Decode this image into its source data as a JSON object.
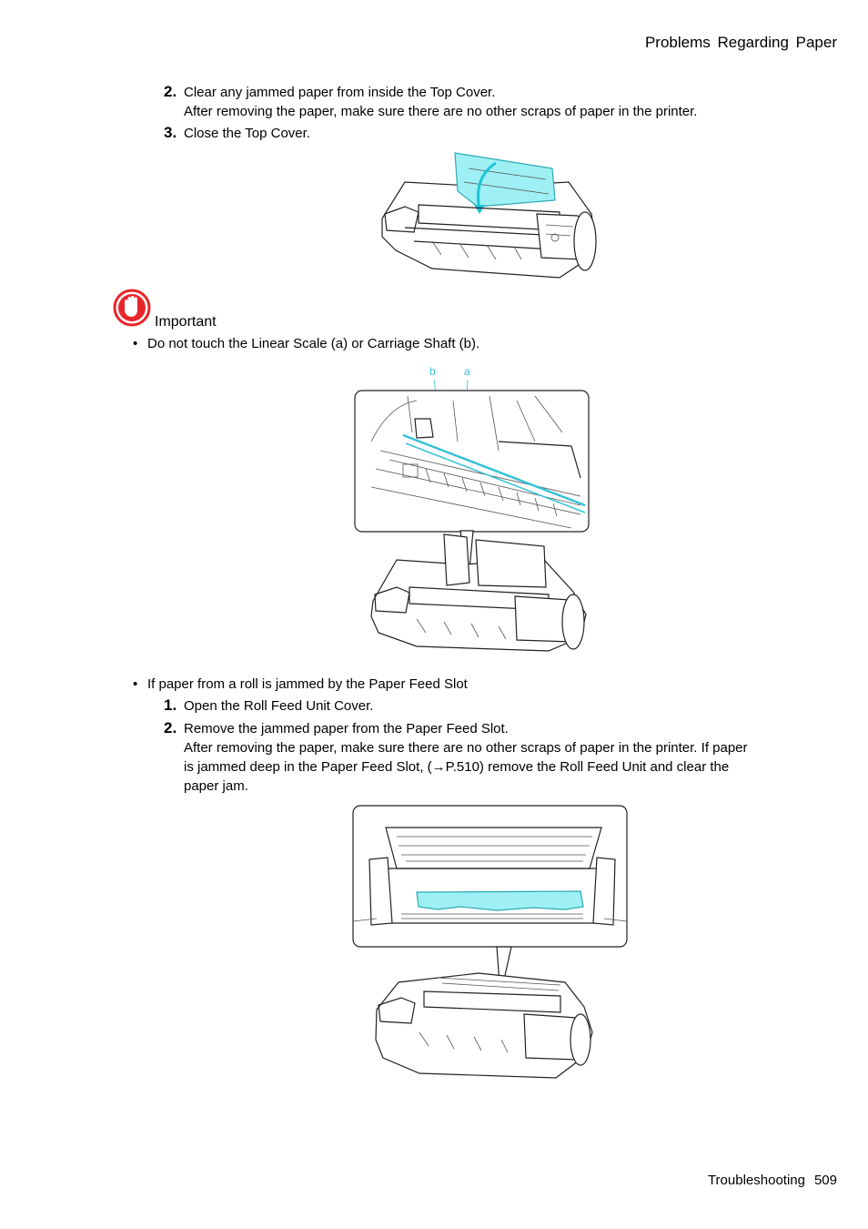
{
  "header": {
    "section_title": "Problems Regarding Paper"
  },
  "steps_top": [
    {
      "number": "2.",
      "text": "Clear any jammed paper from inside the Top Cover.",
      "detail": "After removing the paper, make sure there are no other scraps of paper in the printer."
    },
    {
      "number": "3.",
      "text": "Close the Top Cover."
    }
  ],
  "important": {
    "label": "Important",
    "bullet_glyph": "•",
    "bullet_text": "Do not touch the Linear Scale (a) or Carriage Shaft (b).",
    "callout_b": "b",
    "callout_a": "a"
  },
  "roll_section": {
    "bullet_glyph": "•",
    "bullet_text": "If paper from a roll is jammed by the Paper Feed Slot",
    "steps": [
      {
        "number": "1.",
        "text": "Open the Roll Feed Unit Cover."
      },
      {
        "number": "2.",
        "text": "Remove the jammed paper from the Paper Feed Slot.",
        "detail_lines": [
          "After removing the paper, make sure there are no other scraps of paper in the printer.  If paper",
          "is jammed deep in the Paper Feed Slot, (→P.510) remove the Roll Feed Unit and clear the",
          "paper jam."
        ]
      }
    ]
  },
  "footer": {
    "chapter": "Troubleshooting",
    "page_number": "509"
  },
  "colors": {
    "highlight": "#9ff0f4",
    "callout_text": "#35c2d6",
    "important_icon": "#e8262a"
  },
  "icons": {
    "important": "raised-hand-icon"
  }
}
